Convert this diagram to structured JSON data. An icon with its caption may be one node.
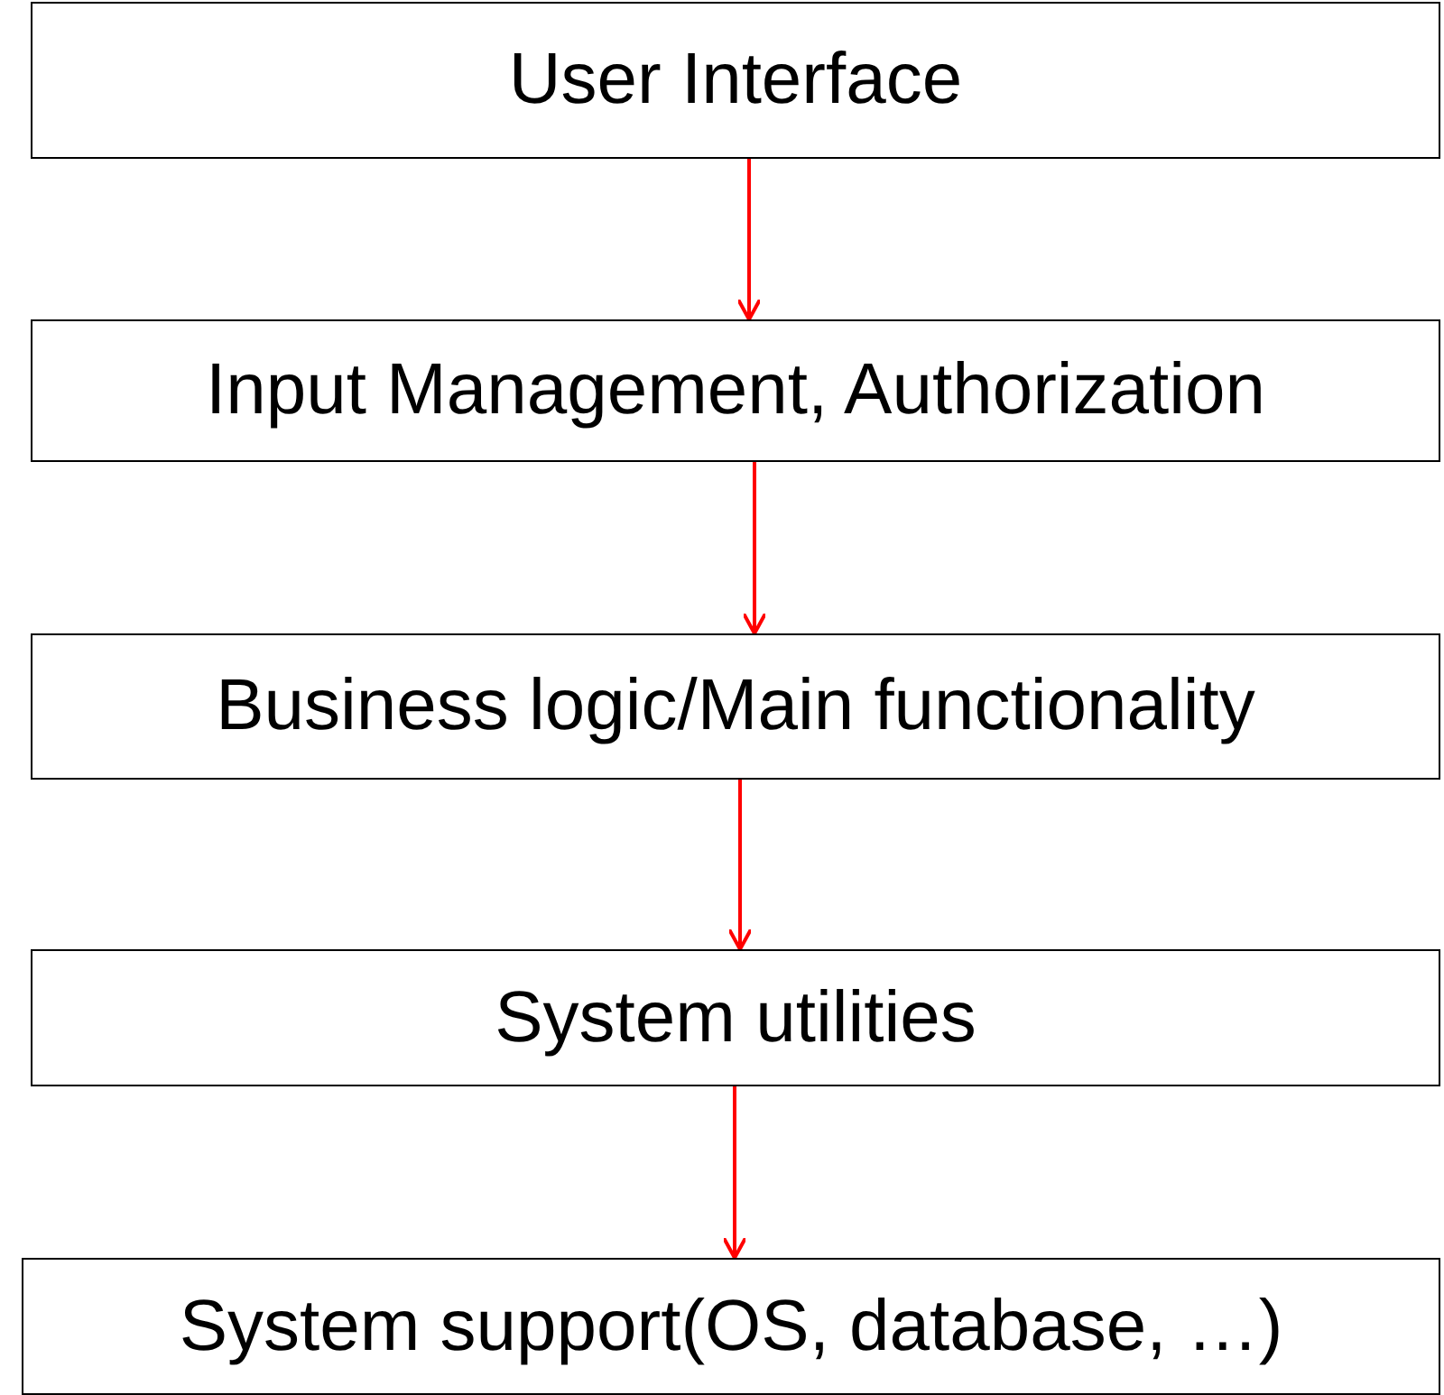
{
  "diagram": {
    "nodes": [
      {
        "text": [
          "User Interface"
        ]
      },
      {
        "text": [
          "Input Management, Authorization"
        ]
      },
      {
        "text": [
          "Business logic/Main functionality"
        ]
      },
      {
        "text": [
          "System utilities"
        ]
      },
      {
        "text": [
          "System support(OS, database, …)"
        ]
      }
    ],
    "edges": [
      {
        "from": 0,
        "to": 1,
        "arrow": "to"
      },
      {
        "from": 1,
        "to": 2,
        "arrow": "to"
      },
      {
        "from": 2,
        "to": 3,
        "arrow": "to"
      },
      {
        "from": 3,
        "to": 4,
        "arrow": "to"
      }
    ]
  }
}
